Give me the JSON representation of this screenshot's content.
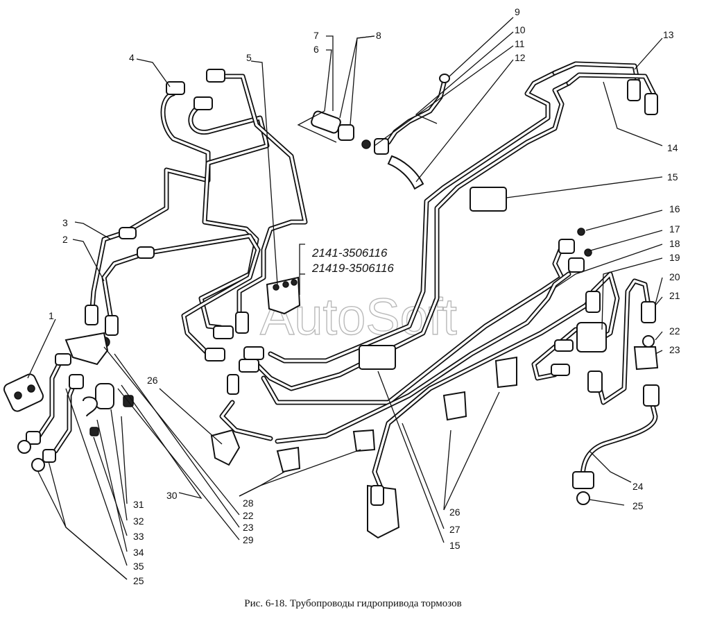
{
  "diagram": {
    "caption": "Рис. 6-18. Трубопроводы гидропривода тормозов",
    "watermark": "AutoSoft",
    "part_codes": [
      "2141-3506116",
      "21419-3506116"
    ],
    "callouts": {
      "c1": "1",
      "c2": "2",
      "c3": "3",
      "c4": "4",
      "c5": "5",
      "c6": "6",
      "c7": "7",
      "c8": "8",
      "c9": "9",
      "c10": "10",
      "c11": "11",
      "c12": "12",
      "c13": "13",
      "c14": "14",
      "c15a": "15",
      "c15b": "15",
      "c16": "16",
      "c17": "17",
      "c18": "18",
      "c19": "19",
      "c20": "20",
      "c21": "21",
      "c22a": "22",
      "c22b": "22",
      "c23a": "23",
      "c23b": "23",
      "c24": "24",
      "c25a": "25",
      "c25b": "25",
      "c26a": "26",
      "c26b": "26",
      "c27": "27",
      "c28": "28",
      "c29": "29",
      "c30": "30",
      "c31": "31",
      "c32": "32",
      "c33": "33",
      "c34": "34",
      "c35": "35"
    }
  }
}
